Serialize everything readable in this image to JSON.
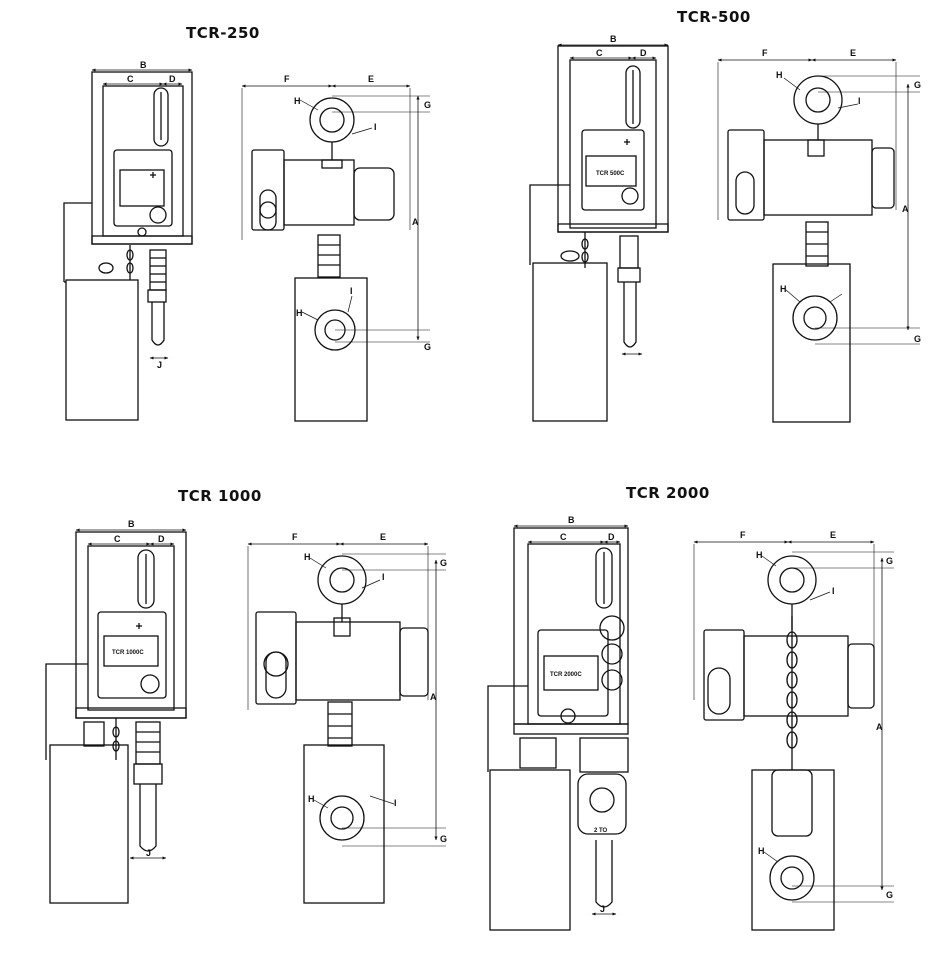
{
  "titles": {
    "tcr250": "TCR-250",
    "tcr500": "TCR-500",
    "tcr1000": "TCR 1000",
    "tcr2000": "TCR 2000"
  },
  "dimension_labels": {
    "a": "A",
    "b": "B",
    "c": "C",
    "d": "D",
    "e": "E",
    "f": "F",
    "g": "G",
    "h": "H",
    "i": "I",
    "j": "J"
  },
  "nameplates": {
    "tcr500": "TCR 500C",
    "tcr1000": "TCR 1000C",
    "tcr2000": "TCR 2000C"
  },
  "block_mark": "2 TO"
}
